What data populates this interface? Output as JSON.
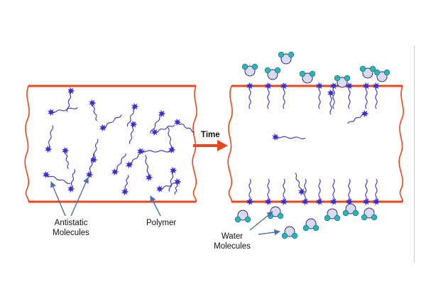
{
  "labels": {
    "antistatic_line1": "Antistatic",
    "antistatic_line2": "Molecules",
    "polymer": "Polymer",
    "time": "Time",
    "water_line1": "Water",
    "water_line2": "Molecules"
  },
  "colors": {
    "boundary": "#e8471c",
    "molecule": "#3a2fd0",
    "water_body": "#d9d9f2",
    "water_h": "#2bb5b8",
    "arrow": "#e8471c",
    "pointer": "#4a6fb5"
  }
}
